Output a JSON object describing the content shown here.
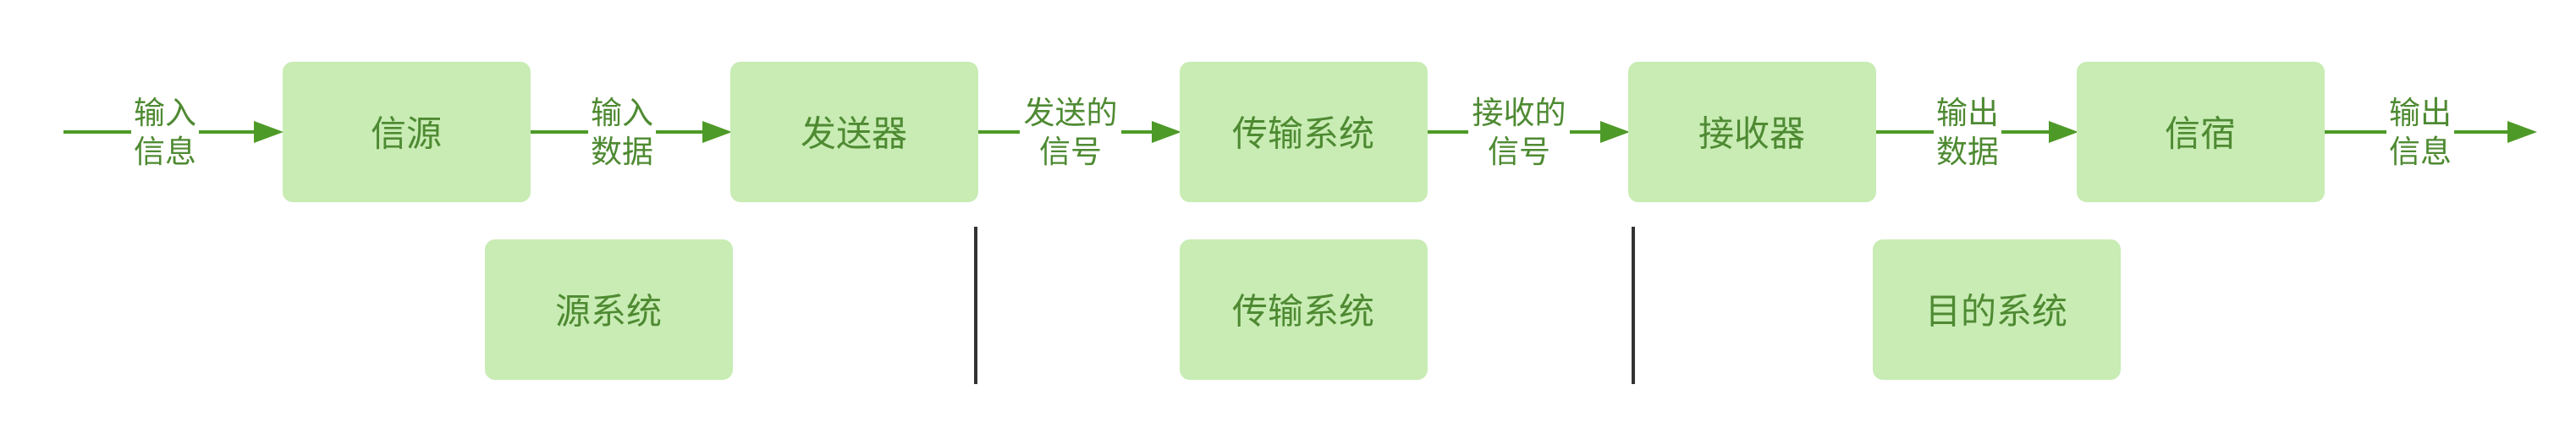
{
  "nodes": {
    "source": "信源",
    "transmitter": "发送器",
    "transmission_system": "传输系统",
    "receiver": "接收器",
    "destination": "信宿"
  },
  "edges": {
    "input_info": [
      "输入",
      "信息"
    ],
    "input_data": [
      "输入",
      "数据"
    ],
    "sent_signal": [
      "发送的",
      "信号"
    ],
    "received_signal": [
      "接收的",
      "信号"
    ],
    "output_data": [
      "输出",
      "数据"
    ],
    "output_info": [
      "输出",
      "信息"
    ]
  },
  "groups": {
    "source_system": "源系统",
    "transmission_system": "传输系统",
    "destination_system": "目的系统"
  },
  "colors": {
    "box_fill": "#c8ecb4",
    "text": "#4e8a32",
    "arrow": "#4e9a28",
    "divider": "#333333"
  }
}
